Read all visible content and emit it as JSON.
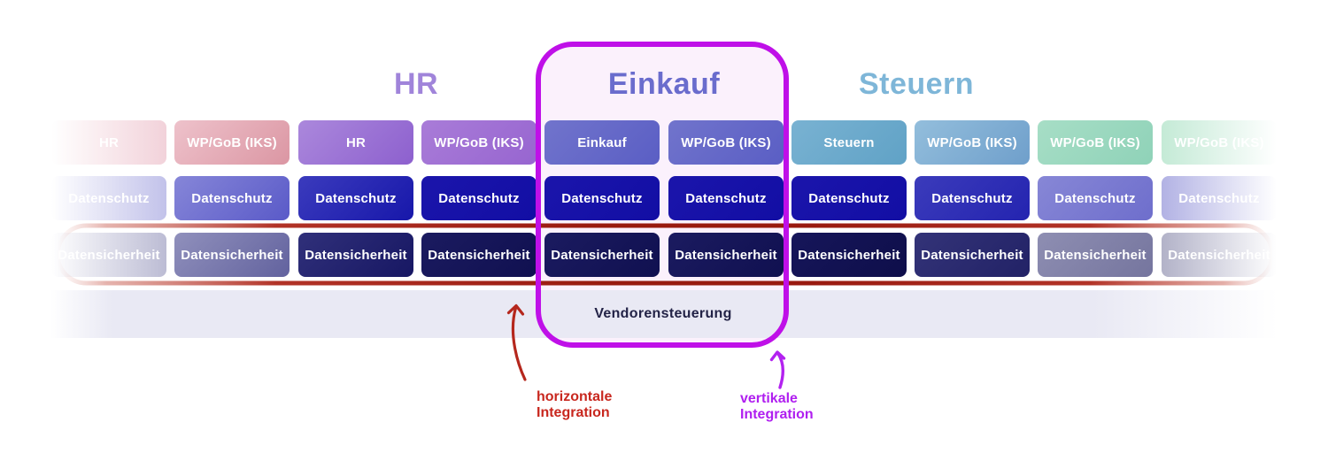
{
  "headers": [
    {
      "label": "HR",
      "color": "#a084da"
    },
    {
      "label": "Einkauf",
      "color": "#6a6ccd"
    },
    {
      "label": "Steuern",
      "color": "#7eb6d8"
    }
  ],
  "grid": {
    "row_names": [
      "bereich",
      "datenschutz",
      "datensicherheit"
    ],
    "columns": [
      {
        "fade": "left",
        "cells": [
          {
            "label": "HR",
            "c1": "#ffffff",
            "c2": "#f2d2da"
          },
          {
            "label": "Datenschutz",
            "c1": "#ffffff",
            "c2": "#c2c2ea"
          },
          {
            "label": "Datensicherheit",
            "c1": "#ffffff",
            "c2": "#bcbcd4"
          }
        ]
      },
      {
        "fade": "none",
        "cells": [
          {
            "label": "WP/GoB (IKS)",
            "c1": "#eec2cb",
            "c2": "#db96a3"
          },
          {
            "label": "Datenschutz",
            "c1": "#8686d8",
            "c2": "#5a5ac8"
          },
          {
            "label": "Datensicherheit",
            "c1": "#9090bc",
            "c2": "#62629e"
          }
        ]
      },
      {
        "fade": "none",
        "cells": [
          {
            "label": "HR",
            "c1": "#ab88dc",
            "c2": "#8d60ce"
          },
          {
            "label": "Datenschutz",
            "c1": "#3b3bbd",
            "c2": "#1717aa"
          },
          {
            "label": "Datensicherheit",
            "c1": "#30307a",
            "c2": "#171763"
          }
        ]
      },
      {
        "fade": "none",
        "cells": [
          {
            "label": "WP/GoB (IKS)",
            "c1": "#a97cd8",
            "c2": "#9765d0"
          },
          {
            "label": "Datenschutz",
            "c1": "#1b15ab",
            "c2": "#120ea4"
          },
          {
            "label": "Datensicherheit",
            "c1": "#1b1b60",
            "c2": "#101050"
          }
        ]
      },
      {
        "fade": "none",
        "cells": [
          {
            "label": "Einkauf",
            "c1": "#7174cc",
            "c2": "#5a5ec4"
          },
          {
            "label": "Datenschutz",
            "c1": "#1b15ab",
            "c2": "#120ea4"
          },
          {
            "label": "Datensicherheit",
            "c1": "#1b1b60",
            "c2": "#101050"
          }
        ]
      },
      {
        "fade": "none",
        "cells": [
          {
            "label": "WP/GoB (IKS)",
            "c1": "#7174cc",
            "c2": "#5a5ec4"
          },
          {
            "label": "Datenschutz",
            "c1": "#1b15ab",
            "c2": "#120ea4"
          },
          {
            "label": "Datensicherheit",
            "c1": "#1b1b60",
            "c2": "#101050"
          }
        ]
      },
      {
        "fade": "none",
        "cells": [
          {
            "label": "Steuern",
            "c1": "#79b2d2",
            "c2": "#60a2c6"
          },
          {
            "label": "Datenschutz",
            "c1": "#1b15ab",
            "c2": "#120ea4"
          },
          {
            "label": "Datensicherheit",
            "c1": "#16165a",
            "c2": "#0e0e4a"
          }
        ]
      },
      {
        "fade": "none",
        "cells": [
          {
            "label": "WP/GoB (IKS)",
            "c1": "#93bedc",
            "c2": "#6f9fcb"
          },
          {
            "label": "Datenschutz",
            "c1": "#3b3bbb",
            "c2": "#2424b0"
          },
          {
            "label": "Datensicherheit",
            "c1": "#333378",
            "c2": "#222266"
          }
        ]
      },
      {
        "fade": "none",
        "cells": [
          {
            "label": "WP/GoB (IKS)",
            "c1": "#a7dec6",
            "c2": "#8fd2b8"
          },
          {
            "label": "Datenschutz",
            "c1": "#8787d6",
            "c2": "#6e6ecc"
          },
          {
            "label": "Datensicherheit",
            "c1": "#8e8eb2",
            "c2": "#75759e"
          }
        ]
      },
      {
        "fade": "right",
        "cells": [
          {
            "label": "WP/GoB (IKS)",
            "c1": "#c4ead6",
            "c2": "#ffffff"
          },
          {
            "label": "Datenschutz",
            "c1": "#b2b2e4",
            "c2": "#ffffff"
          },
          {
            "label": "Datensicherheit",
            "c1": "#b2b2c8",
            "c2": "#ffffff"
          }
        ]
      }
    ]
  },
  "vendor_bar": {
    "label": "Vendorensteuerung",
    "text_color": "#232347",
    "band_color": "#e9e9f4"
  },
  "highlights": {
    "vertical_border_color": "#bf10e8",
    "vertical_fill_color": "#fbf1fc",
    "horizontal_pill_color": "#991a0f"
  },
  "annotations": {
    "horizontal": {
      "lines": "horizontale\nIntegration",
      "color": "#c8271e",
      "arrow_color": "#b5271d"
    },
    "vertical": {
      "lines": "vertikale\nIntegration",
      "color": "#b01ff0",
      "arrow_color": "#b322f0"
    }
  }
}
